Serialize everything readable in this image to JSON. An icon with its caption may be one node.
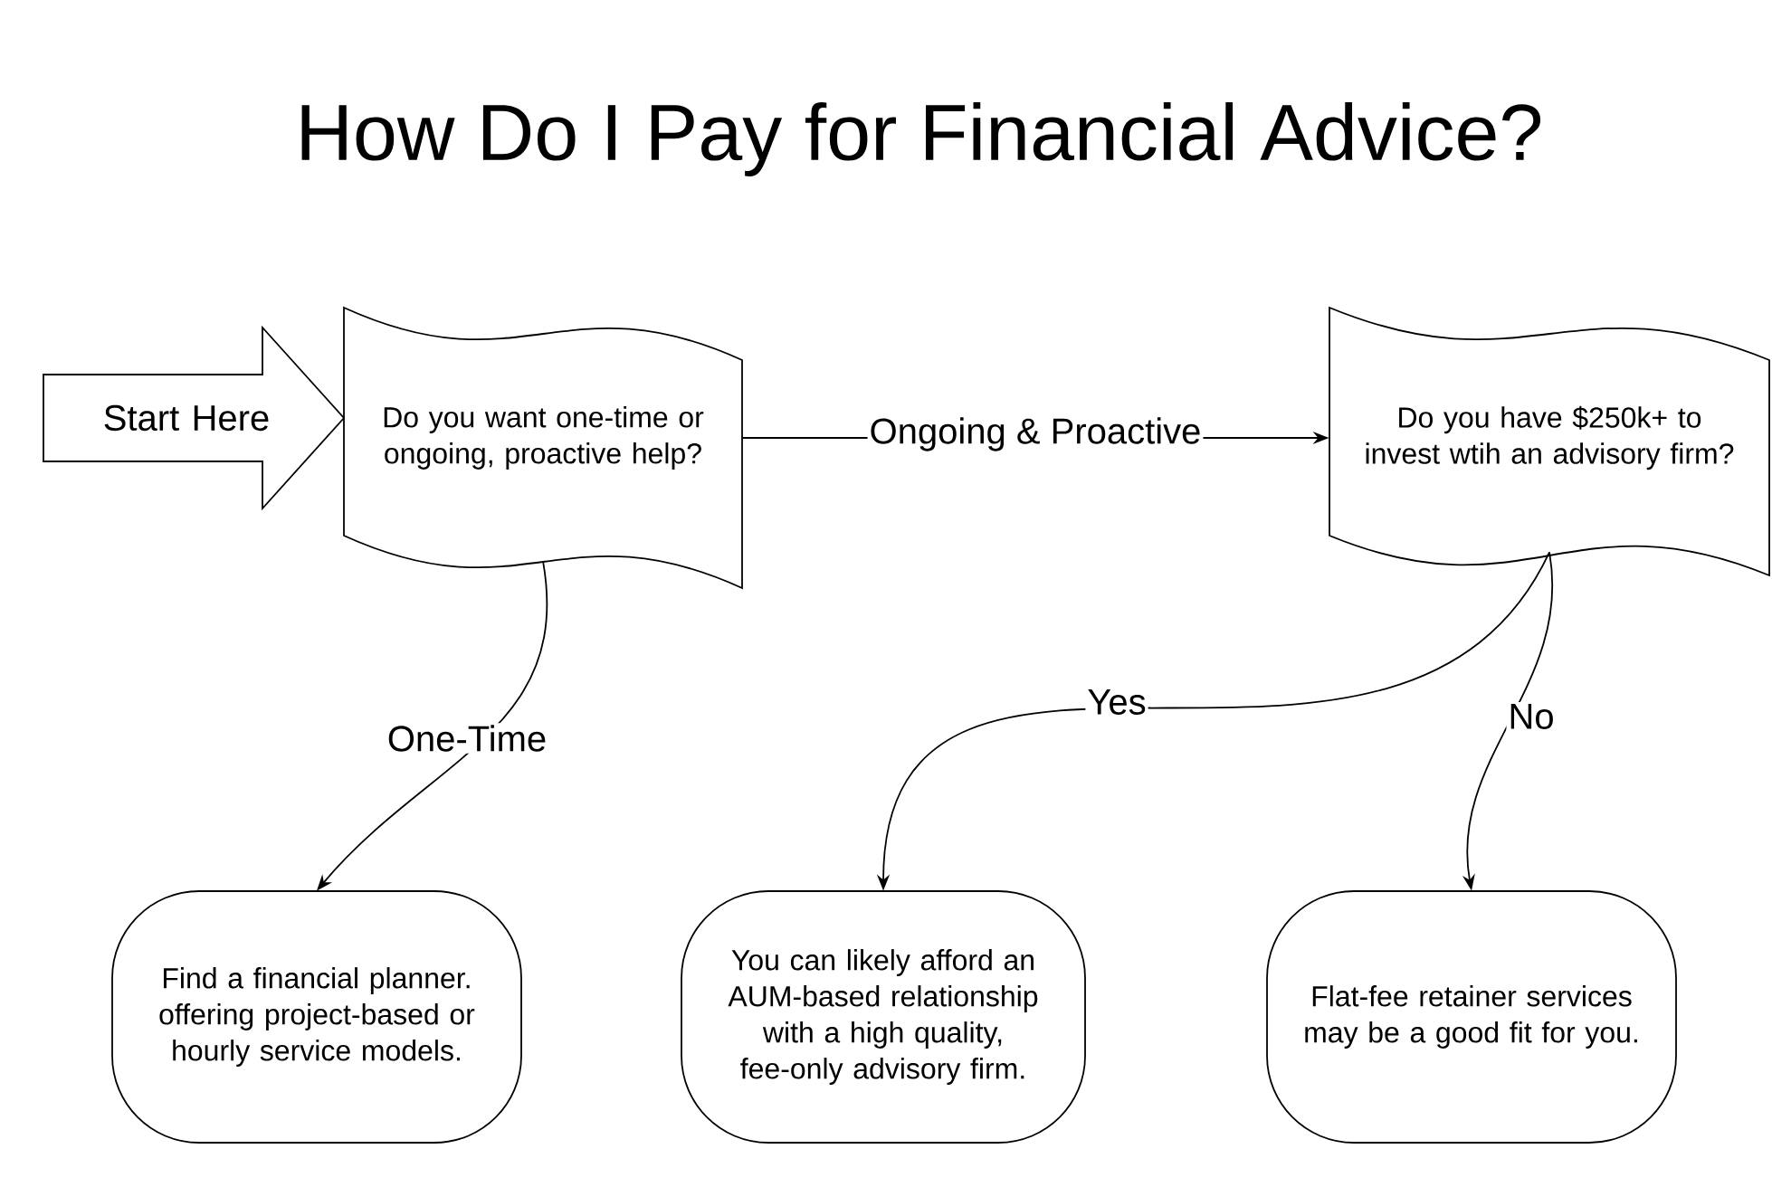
{
  "diagram": {
    "title": "How Do I Pay for Financial Advice?",
    "nodes": [
      {
        "text": [
          "Start Here"
        ]
      },
      {
        "text": [
          "Do you want one-time or ongoing, proactive help?"
        ]
      },
      {
        "text": [
          "Do you have $250k+ to invest wtih an advisory firm?"
        ]
      },
      {
        "text": [
          "Find a financial planner. offering project-based or hourly service models."
        ]
      },
      {
        "text": [
          "You can likely afford an AUM-based relationship with a high quality, fee-only advisory firm."
        ]
      },
      {
        "text": [
          "Flat-fee retainer services may be a good fit for you."
        ]
      }
    ],
    "edges": [
      {
        "from": 1,
        "to": 2,
        "arrow": "to",
        "label": "Ongoing & Proactive"
      },
      {
        "from": 1,
        "to": 3,
        "arrow": "to",
        "label": "One-Time"
      },
      {
        "from": 2,
        "to": 4,
        "arrow": "to",
        "label": "Yes"
      },
      {
        "from": 2,
        "to": 5,
        "arrow": "to",
        "label": "No"
      }
    ]
  }
}
